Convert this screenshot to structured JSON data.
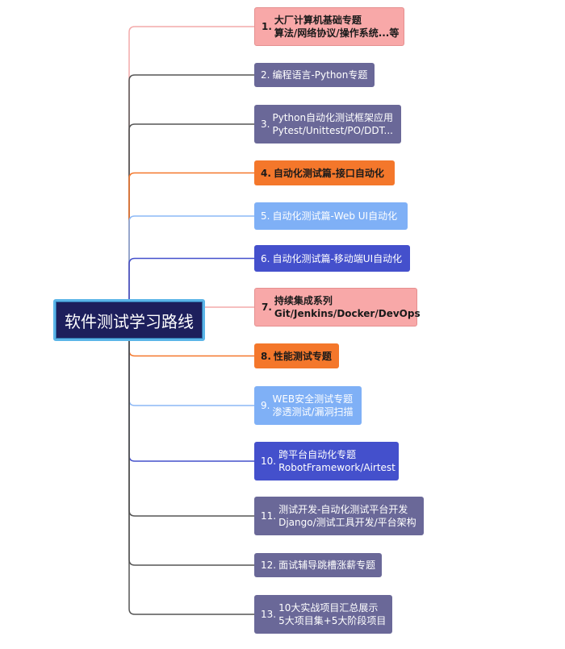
{
  "root": {
    "title": "软件测试学习路线"
  },
  "branches": [
    {
      "num": "1.",
      "lines": [
        "大厂计算机基础专题",
        "算法/网络协议/操作系统...等"
      ],
      "color": "#f8a8a8",
      "line_color": "#f4aaaa",
      "style": "pink"
    },
    {
      "num": "2.",
      "lines": [
        "编程语言-Python专题"
      ],
      "color": "#6a6898",
      "line_color": "#555555",
      "style": "slate"
    },
    {
      "num": "3.",
      "lines": [
        "Python自动化测试框架应用",
        "Pytest/Unittest/PO/DDT..."
      ],
      "color": "#6a6898",
      "line_color": "#555555",
      "style": "slate"
    },
    {
      "num": "4.",
      "lines": [
        "自动化测试篇-接口自动化"
      ],
      "color": "#f4772b",
      "line_color": "#f4772b",
      "style": "orange"
    },
    {
      "num": "5.",
      "lines": [
        "自动化测试篇-Web UI自动化"
      ],
      "color": "#7fb0f6",
      "line_color": "#8cb8f6",
      "style": "lblue"
    },
    {
      "num": "6.",
      "lines": [
        "自动化测试篇-移动端UI自动化"
      ],
      "color": "#4450cc",
      "line_color": "#4450cc",
      "style": "blue"
    },
    {
      "num": "7.",
      "lines": [
        "持续集成系列",
        "Git/Jenkins/Docker/DevOps"
      ],
      "color": "#f8a8a8",
      "line_color": "#f4aaaa",
      "style": "pink"
    },
    {
      "num": "8.",
      "lines": [
        "性能测试专题"
      ],
      "color": "#f4772b",
      "line_color": "#f4772b",
      "style": "orange"
    },
    {
      "num": "9.",
      "lines": [
        "WEB安全测试专题",
        "渗透测试/漏洞扫描"
      ],
      "color": "#7fb0f6",
      "line_color": "#8cb8f6",
      "style": "lblue"
    },
    {
      "num": "10.",
      "lines": [
        "跨平台自动化专题",
        "RobotFramework/Airtest"
      ],
      "color": "#4450cc",
      "line_color": "#4450cc",
      "style": "blue"
    },
    {
      "num": "11.",
      "lines": [
        "测试开发-自动化测试平台开发",
        "Django/测试工具开发/平台架构"
      ],
      "color": "#6a6898",
      "line_color": "#555555",
      "style": "slate"
    },
    {
      "num": "12.",
      "lines": [
        "面试辅导跳槽涨薪专题"
      ],
      "color": "#6a6898",
      "line_color": "#555555",
      "style": "slate"
    },
    {
      "num": "13.",
      "lines": [
        "10大实战项目汇总展示",
        "5大项目集+5大阶段项目"
      ],
      "color": "#6a6898",
      "line_color": "#555555",
      "style": "slate"
    }
  ]
}
